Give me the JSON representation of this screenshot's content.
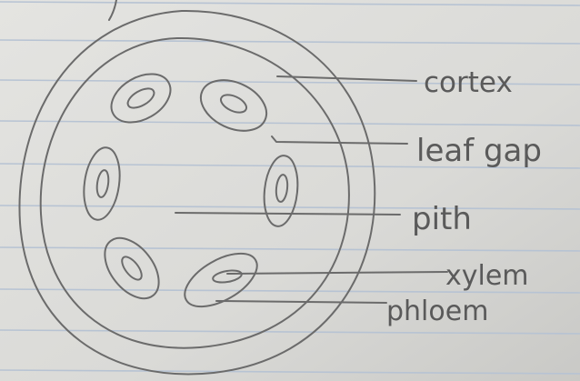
{
  "diagram": {
    "labels": {
      "cortex": "cortex",
      "leaf_gap": "leaf gap",
      "pith": "pith",
      "xylem": "xylem",
      "phloem": "phloem"
    },
    "colors": {
      "paper": "#dcdcd9",
      "rule_line": "#b7c3d3",
      "pencil": "#6b6b6b"
    }
  }
}
